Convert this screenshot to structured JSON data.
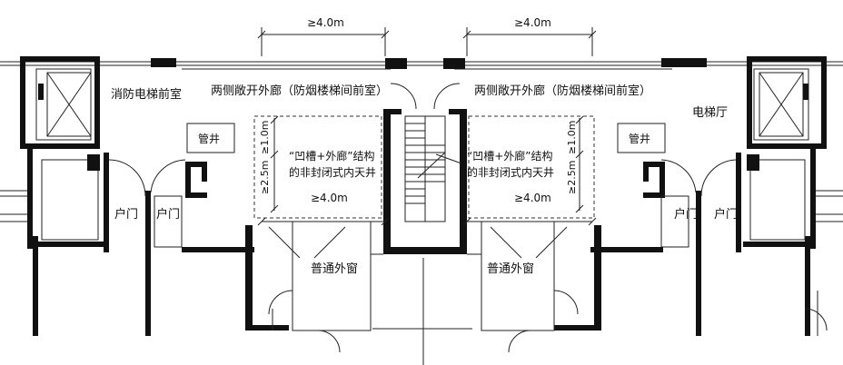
{
  "labels": {
    "fire_elevator_lobby": "消防电梯前室",
    "elevator_hall": "电梯厅",
    "corridor_left": "两侧敞开外廊（防烟楼梯间前室）",
    "corridor_right": "两侧敞开外廊（防烟楼梯间前室）",
    "shaft_left": "管井",
    "shaft_right": "管井",
    "courtyard_left_line1": "“凹槽+外廊”结构",
    "courtyard_left_line2": "的非封闭式内天井",
    "courtyard_right_line1": "“凹槽+外廊”结构",
    "courtyard_right_line2": "的非封闭式内天井",
    "door_1": "户门",
    "door_2": "户门",
    "door_3": "户门",
    "door_4": "户门",
    "window_left": "普通外窗",
    "window_right": "普通外窗"
  },
  "dimensions": {
    "top_left": "≥4.0m",
    "top_right": "≥4.0m",
    "mid_left": "≥4.0m",
    "mid_right": "≥4.0m",
    "vert_left_upper": "≥1.0m",
    "vert_left_lower": "≥2.5m",
    "vert_right_upper": "≥1.0m",
    "vert_right_lower": "≥2.5m"
  },
  "colors": {
    "line": "#111111",
    "background": "#ffffff"
  }
}
